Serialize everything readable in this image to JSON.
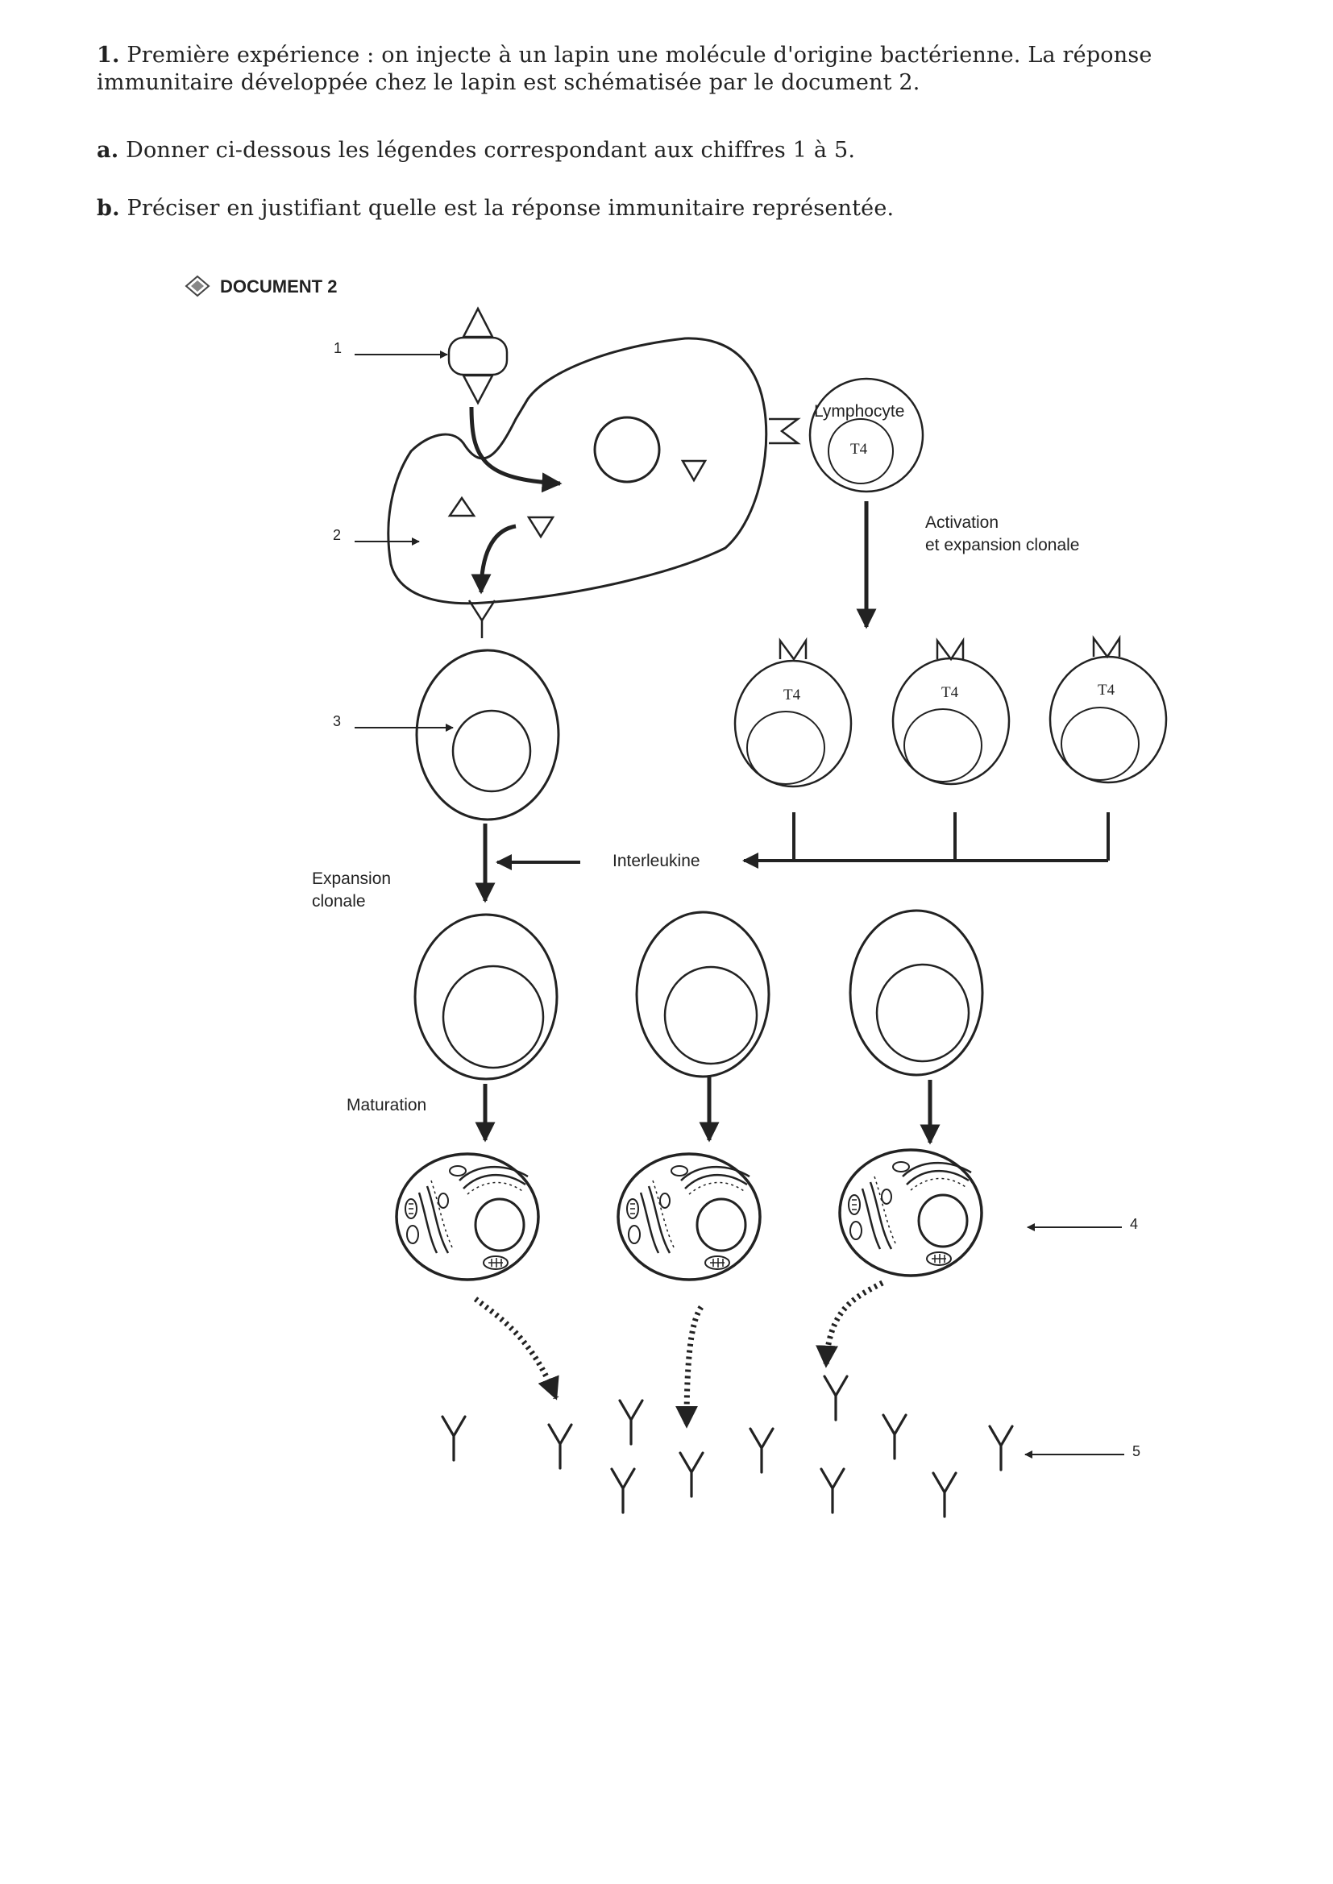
{
  "questions": {
    "q1_number": "1.",
    "q1_text": "Première expérience : on injecte à un lapin une molécule d'origine bactérienne. La réponse immunitaire développée chez le lapin est schématisée par le document 2.",
    "qa_letter": "a.",
    "qa_text": "Donner ci-dessous les légendes correspondant aux chiffres 1 à 5.",
    "qb_letter": "b.",
    "qb_text": "Préciser en justifiant quelle est la réponse immunitaire représentée."
  },
  "document": {
    "title": "DOCUMENT 2",
    "lymphocyte_label": "Lymphocyte",
    "t4": "T4",
    "activation_line1": "Activation",
    "activation_line2": "et expansion clonale",
    "interleukine": "Interleukine",
    "expansion_line1": "Expansion",
    "expansion_line2": "clonale",
    "maturation": "Maturation",
    "callouts": [
      "1",
      "2",
      "3",
      "4",
      "5"
    ]
  }
}
